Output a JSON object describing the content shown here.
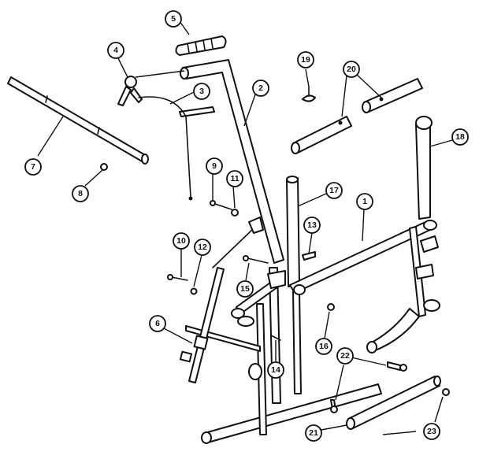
{
  "diagram": {
    "callouts": [
      {
        "id": "1",
        "label": "1"
      },
      {
        "id": "2",
        "label": "2"
      },
      {
        "id": "3",
        "label": "3"
      },
      {
        "id": "4",
        "label": "4"
      },
      {
        "id": "5",
        "label": "5"
      },
      {
        "id": "6",
        "label": "6"
      },
      {
        "id": "7",
        "label": "7"
      },
      {
        "id": "8",
        "label": "8"
      },
      {
        "id": "9",
        "label": "9"
      },
      {
        "id": "10",
        "label": "10"
      },
      {
        "id": "11",
        "label": "11"
      },
      {
        "id": "12",
        "label": "12"
      },
      {
        "id": "13",
        "label": "13"
      },
      {
        "id": "14",
        "label": "14"
      },
      {
        "id": "15",
        "label": "15"
      },
      {
        "id": "16",
        "label": "16"
      },
      {
        "id": "17",
        "label": "17"
      },
      {
        "id": "18",
        "label": "18"
      },
      {
        "id": "19",
        "label": "19"
      },
      {
        "id": "20",
        "label": "20"
      },
      {
        "id": "21",
        "label": "21"
      },
      {
        "id": "22",
        "label": "22"
      },
      {
        "id": "23",
        "label": "23"
      }
    ],
    "colors": {
      "line": "#111111",
      "background": "#ffffff"
    }
  }
}
